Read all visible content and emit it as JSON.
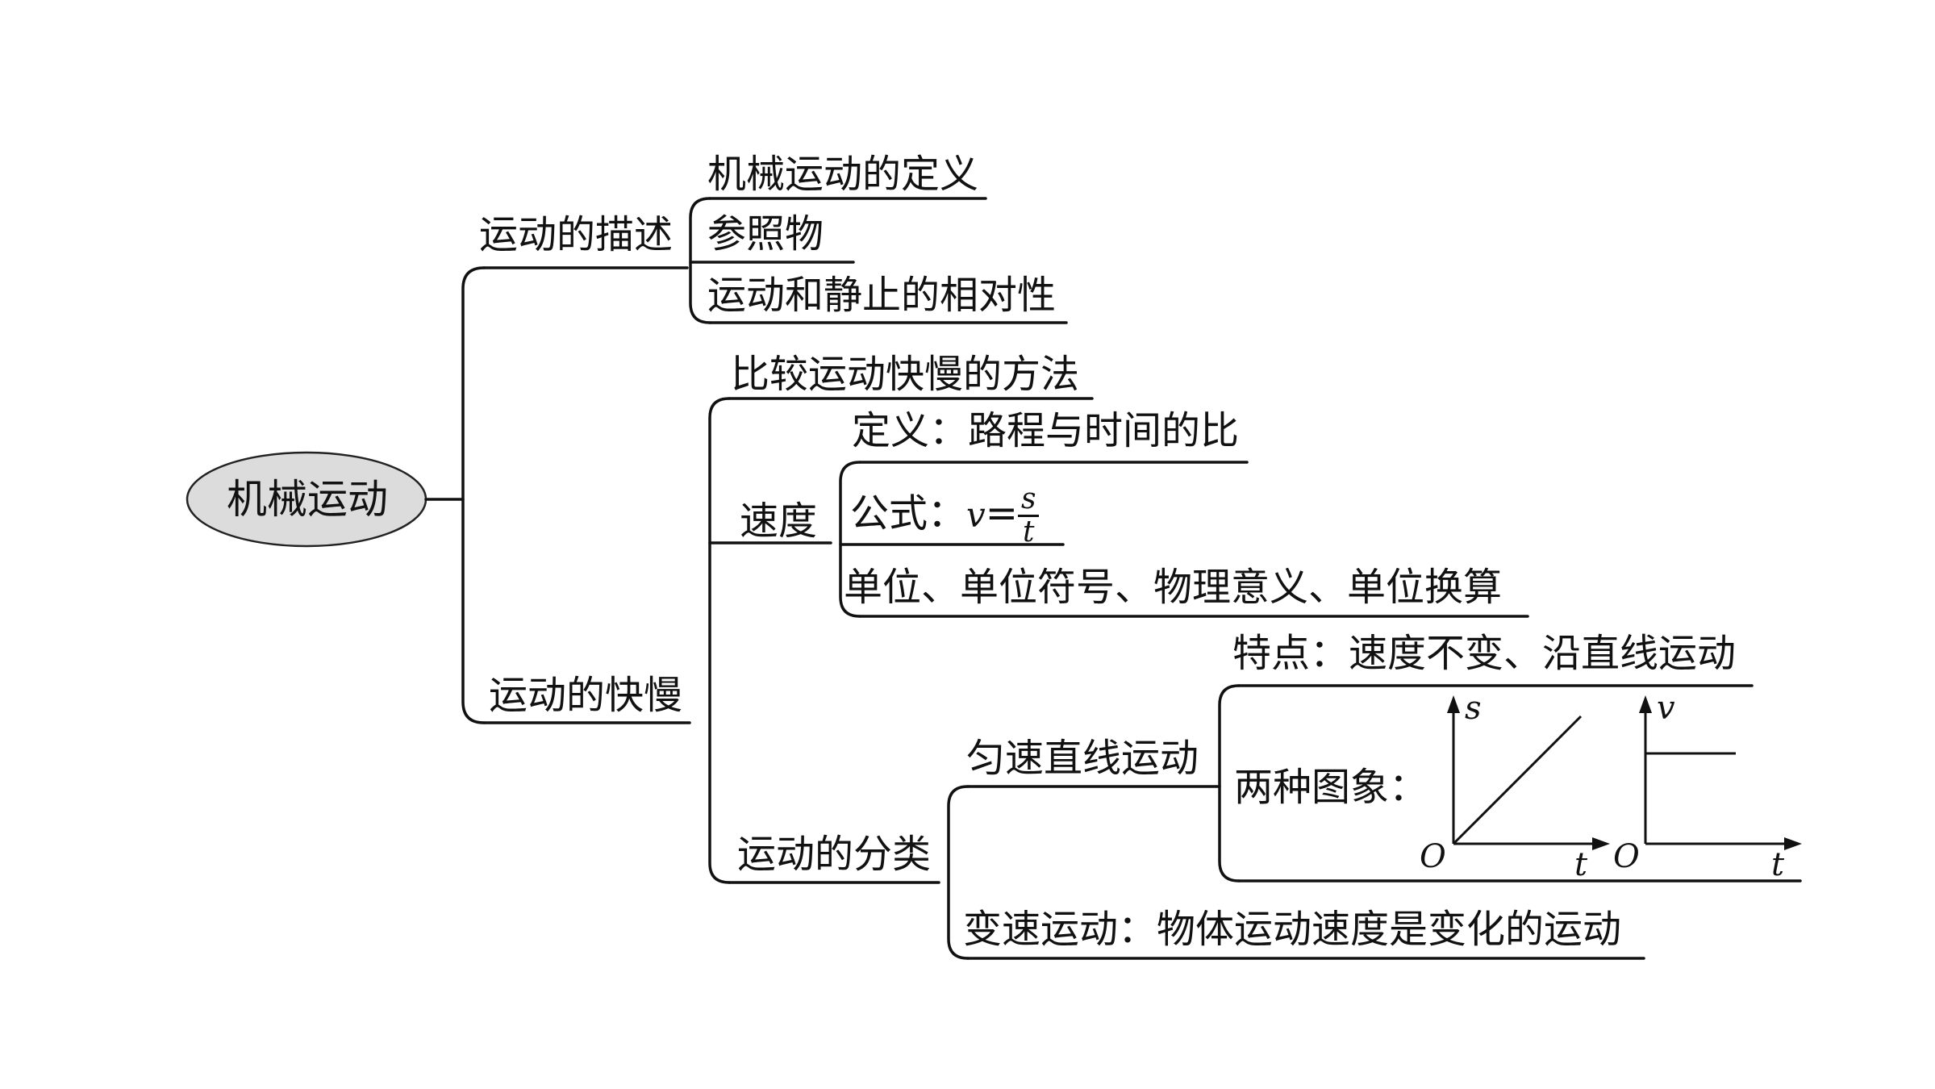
{
  "root": "机械运动",
  "branch1": {
    "label": "运动的描述",
    "items": [
      "机械运动的定义",
      "参照物",
      "运动和静止的相对性"
    ]
  },
  "branch2": {
    "label": "运动的快慢",
    "compare": "比较运动快慢的方法",
    "speed": {
      "label": "速度",
      "definition": "定义：路程与时间的比",
      "formula_prefix": "公式：",
      "formula_var": "v",
      "formula_eq": "=",
      "formula_num": "s",
      "formula_den": "t",
      "units": "单位、单位符号、物理意义、单位换算"
    },
    "classification": {
      "label": "运动的分类",
      "uniform": {
        "label": "匀速直线运动",
        "feature": "特点：速度不变、沿直线运动",
        "graphs_label": "两种图象：",
        "graph1": {
          "y_axis": "s",
          "x_axis": "t",
          "origin": "O"
        },
        "graph2": {
          "y_axis": "v",
          "x_axis": "t",
          "origin": "O"
        }
      },
      "variable": "变速运动：物体运动速度是变化的运动"
    }
  },
  "colors": {
    "line": "#111111",
    "node_fill": "#dcdcdc"
  }
}
